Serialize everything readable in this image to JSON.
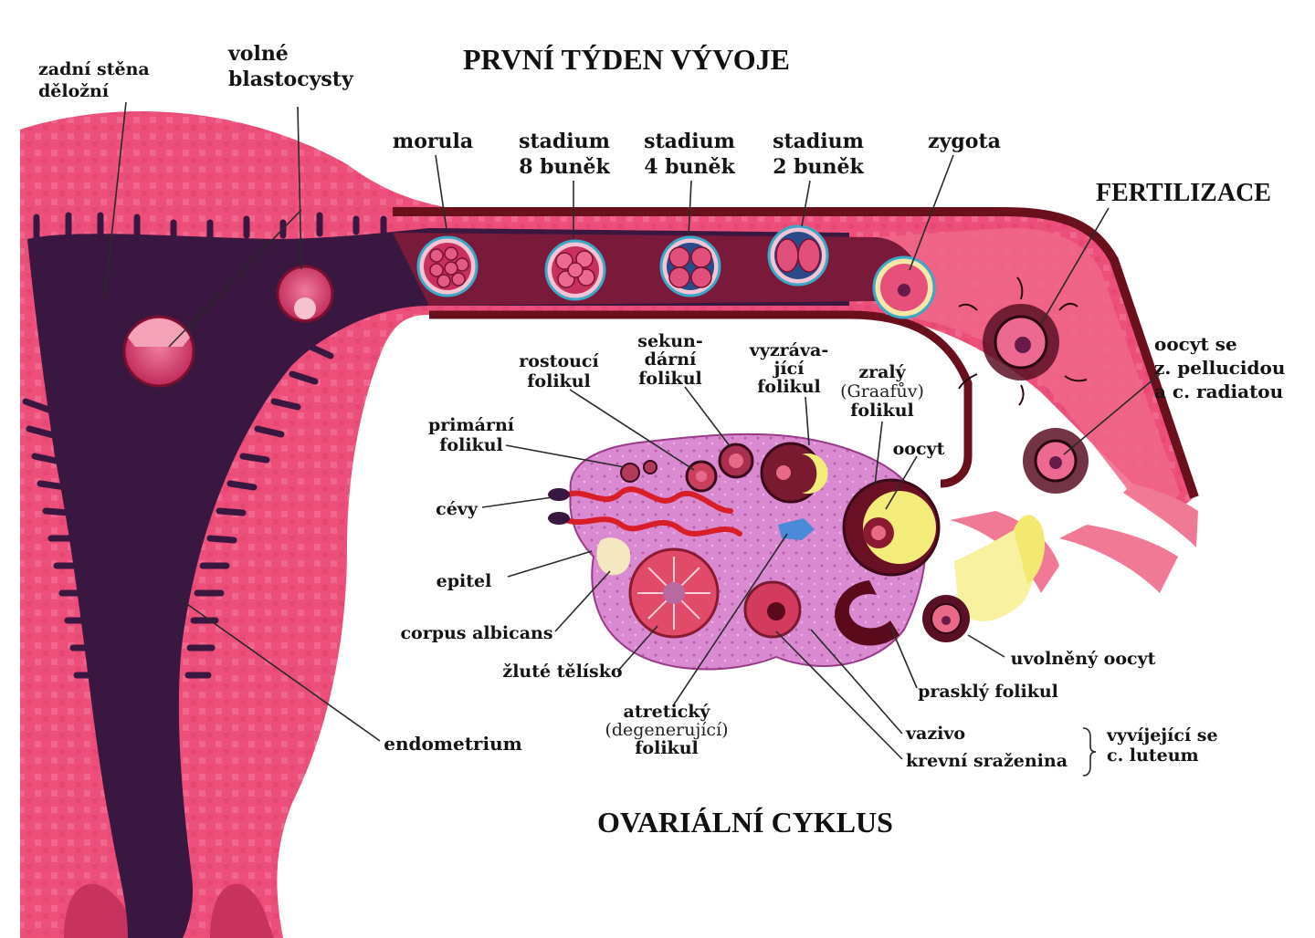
{
  "titles": {
    "top": "PRVNÍ TÝDEN VÝVOJE",
    "fertilization": "FERTILIZACE",
    "bottom": "OVARIÁLNÍ CYKLUS"
  },
  "labels": {
    "posterior_wall": [
      "zadní stěna",
      "děložní"
    ],
    "free_blastocysts": [
      "volné",
      "blastocysty"
    ],
    "morula": "morula",
    "stage8": [
      "stadium",
      "8 buněk"
    ],
    "stage4": [
      "stadium",
      "4 buněk"
    ],
    "stage2": [
      "stadium",
      "2 buněk"
    ],
    "zygote": "zygota",
    "oocyte_zona": [
      "oocyt se",
      "z. pellucidou",
      "a c. radiatou"
    ],
    "growing_follicle": [
      "rostoucí",
      "folikul"
    ],
    "secondary_follicle": [
      "sekun-",
      "dární",
      "folikul"
    ],
    "maturing_follicle": [
      "vyzráva-",
      "jící",
      "folikul"
    ],
    "mature_follicle": [
      "zralý",
      "(Graafův)",
      "folikul"
    ],
    "oocyte": "oocyt",
    "primary_follicle": [
      "primární",
      "folikul"
    ],
    "vessels": "cévy",
    "epithelium": "epitel",
    "corpus_albicans": "corpus albicans",
    "corpus_luteum": "žluté tělísko",
    "atretic_follicle": [
      "atretický",
      "(degenerující)",
      "folikul"
    ],
    "endometrium": "endometrium",
    "released_oocyte": "uvolněný oocyt",
    "ruptured_follicle": "prasklý folikul",
    "connective_tissue": "vazivo",
    "blood_clot": "krevní sraženina",
    "developing_cl": [
      "vyvíjející se",
      "c. luteum"
    ]
  },
  "colors": {
    "uterus_wall": "#ec4f7a",
    "lumen": "#3a1740",
    "ovary": "#d98ad0",
    "follicle_fluid": "#f3ec7a",
    "tube_dark": "#6a0f1c"
  }
}
